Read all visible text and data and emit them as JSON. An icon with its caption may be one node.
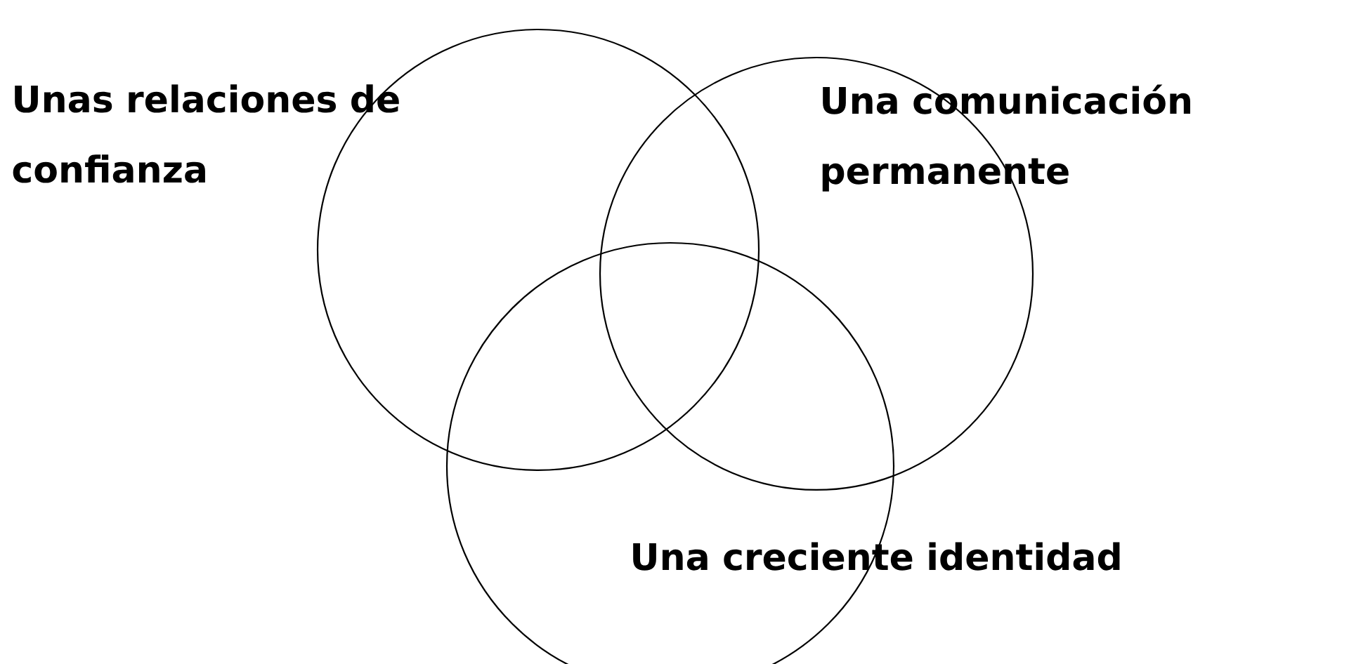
{
  "diagram": {
    "nodes": [
      {
        "text": [
          "Unas relaciones de confianza"
        ]
      },
      {
        "text": [
          "Una comunicación permanente"
        ]
      },
      {
        "text": [
          "Una creciente identidad"
        ]
      }
    ]
  }
}
